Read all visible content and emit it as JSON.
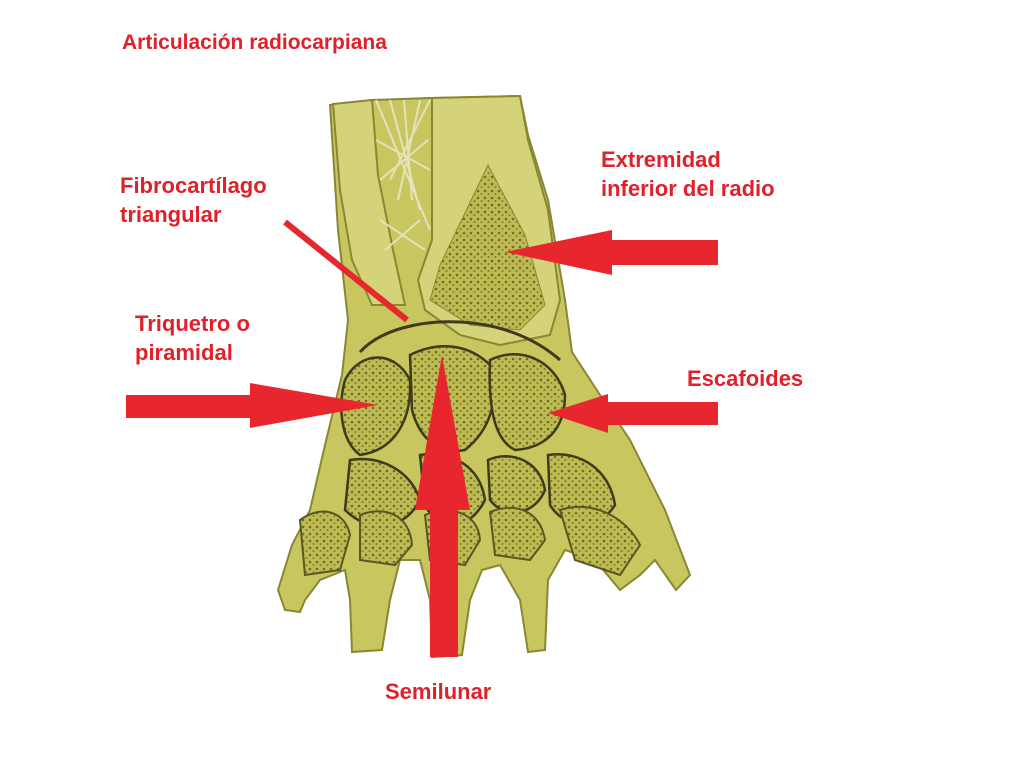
{
  "title": "Articulación radiocarpiana",
  "labels": {
    "fibro": [
      "Fibrocartílago",
      "triangular"
    ],
    "radio": [
      "Extremidad",
      "inferior del radio"
    ],
    "trique": [
      "Triquetro o",
      "piramidal"
    ],
    "escaf": "Escafoides",
    "semil": "Semilunar"
  },
  "colors": {
    "label": "#e0202a",
    "bone": "#c4c25a",
    "bone_dark": "#8d8a35",
    "cartilage": "#d7d58a",
    "line": "#3e3a1c"
  }
}
